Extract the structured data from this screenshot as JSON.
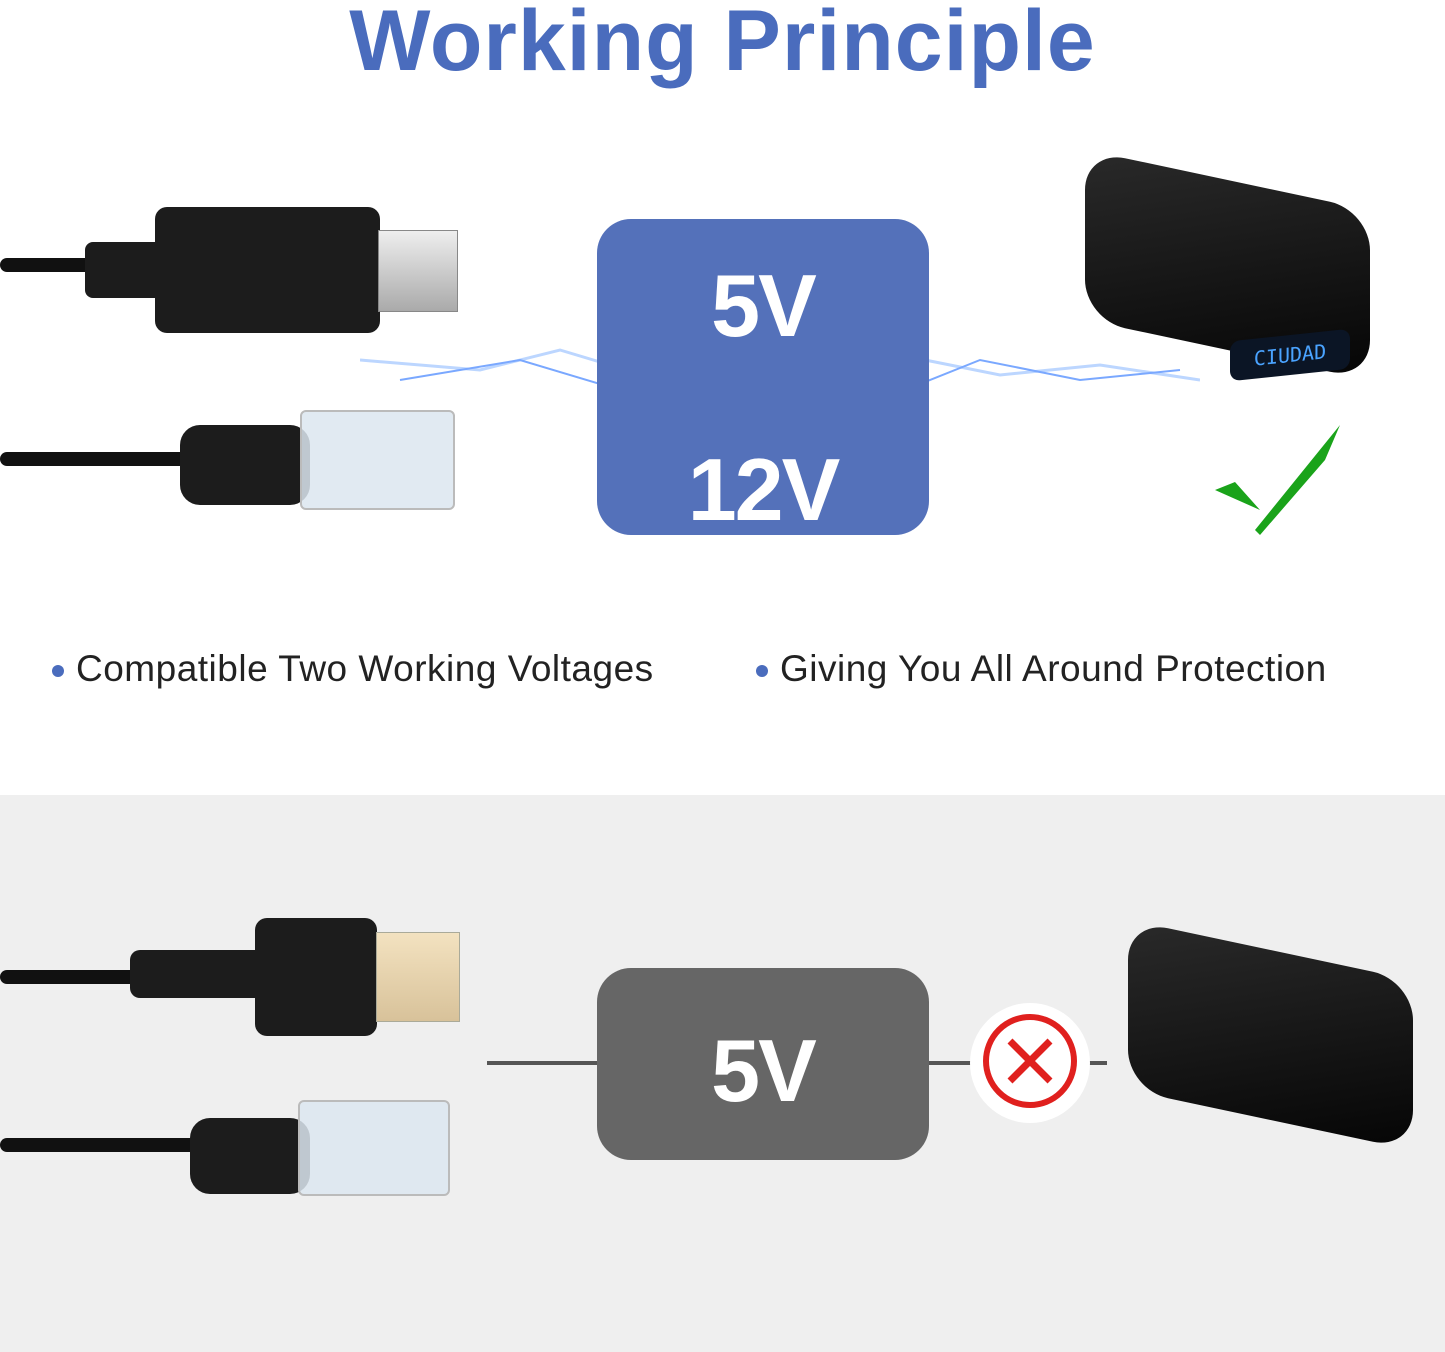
{
  "title": "Working Principle",
  "top_panel": {
    "voltage_1": "5V",
    "voltage_2": "12V",
    "device_display": "CIUDAD",
    "status_icon": "check-icon",
    "box_color": "#5471ba",
    "check_color": "#1aa31a"
  },
  "bullets": [
    {
      "text": "Compatible Two Working Voltages"
    },
    {
      "text": "Giving You All Around Protection"
    }
  ],
  "bottom_panel": {
    "voltage": "5V",
    "status_icon": "x-circle-icon",
    "box_color": "#666666",
    "x_color": "#e0201e"
  }
}
